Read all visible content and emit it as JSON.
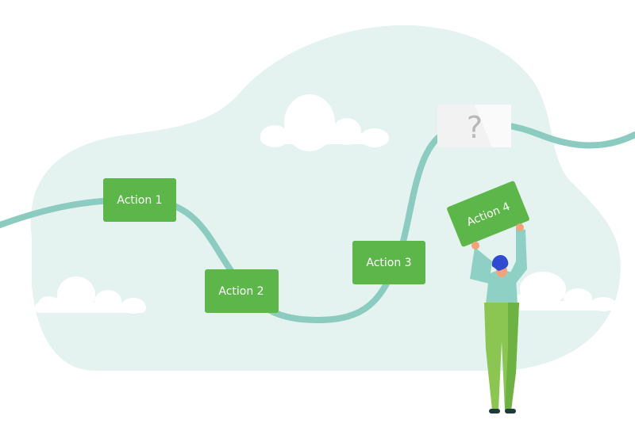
{
  "steps": [
    {
      "label": "Action 1"
    },
    {
      "label": "Action 2"
    },
    {
      "label": "Action 3"
    },
    {
      "label": "Action 4"
    }
  ],
  "unknown_step": {
    "symbol": "?"
  },
  "colors": {
    "blob": "#e4f3ef",
    "path": "#8ccbc0",
    "step_box": "#5cb64a",
    "step_text": "#ffffff",
    "unknown_box": "#f2f2f2",
    "unknown_symbol": "#b9b9b9",
    "cloud": "#ffffff",
    "hair": "#2f4bd1",
    "skin": "#f3a37a",
    "shirt": "#8fd0c5",
    "pants_light": "#8bc653",
    "pants_dark": "#6fb244",
    "shoe": "#1f3a3a"
  }
}
